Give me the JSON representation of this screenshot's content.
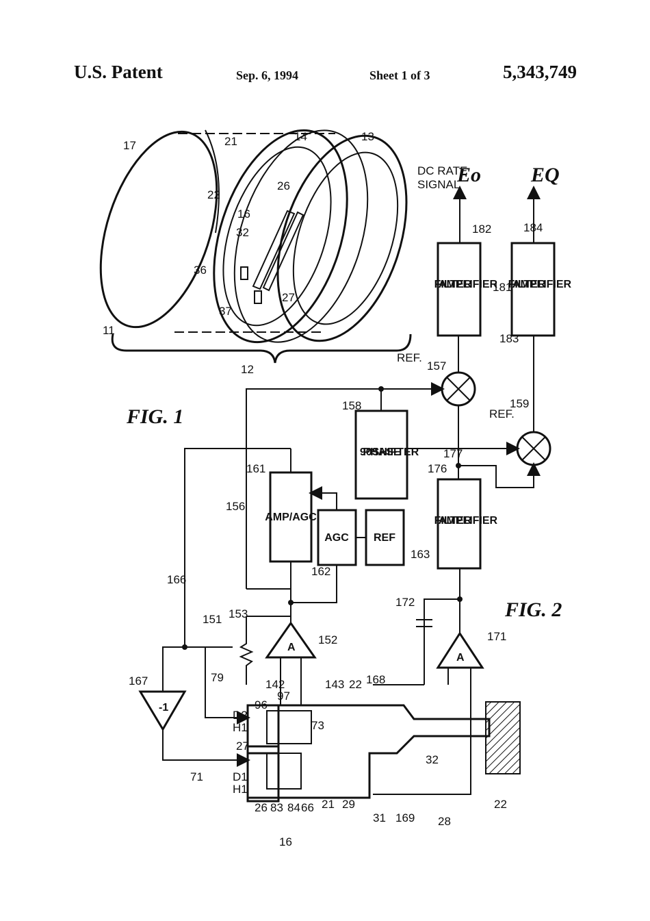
{
  "header": {
    "title": "U.S. Patent",
    "date": "Sep. 6, 1994",
    "sheet": "Sheet 1 of 3",
    "patent_number": "5,343,749"
  },
  "figures": {
    "fig1_label": "FIG. 1",
    "fig2_label": "FIG. 2"
  },
  "fig1_labels": {
    "assembly": "11",
    "housing": "12",
    "ring_13": "13",
    "ring_14": "14",
    "cover": "17",
    "ring_opening": "21",
    "support": "22",
    "tine_26": "26",
    "tine_27": "27",
    "stem": "32",
    "sensor": "16",
    "electrode_36": "36",
    "electrode_37": "37"
  },
  "fig2_blocks": {
    "amp_agc": "AMP/AGC",
    "agc": "AGC",
    "ref": "REF",
    "filter_amp_176": [
      "FILTER",
      "AMPLIFIER"
    ],
    "filter_amp_181": [
      "FILTER",
      "AMPLIFIER"
    ],
    "filter_amp_183": [
      "FILTER",
      "AMPLIFIER"
    ],
    "phase_shifter": [
      "90°",
      "PHASE",
      "SHIFTER"
    ],
    "inverter": "-1",
    "amp_symbol": "A"
  },
  "fig2_labels": {
    "n16": "16",
    "n21": "21",
    "n22a": "22",
    "n22b": "22",
    "n26": "26",
    "n27": "27",
    "n28": "28",
    "n29": "29",
    "n31": "31",
    "n32": "32",
    "n66": "66",
    "n71": "71",
    "n73": "73",
    "n79": "79",
    "n83": "83",
    "n84": "84",
    "n96": "96",
    "n97": "97",
    "n142": "142",
    "n143": "143",
    "n151": "151",
    "n152": "152",
    "n153": "153",
    "n156": "156",
    "n157": "157",
    "n158": "158",
    "n159": "159",
    "n161": "161",
    "n162": "162",
    "n163": "163",
    "n166": "166",
    "n167": "167",
    "n168": "168",
    "n169": "169",
    "n171": "171",
    "n172": "172",
    "n176": "176",
    "n177": "177",
    "n181": "181",
    "n182": "182",
    "n183": "183",
    "n184": "184",
    "d1": "D1",
    "h1a": "H1",
    "d2": "D2",
    "h1b": "H1",
    "ref_a": "REF.",
    "ref_b": "REF.",
    "dc_rate": [
      "DC RATE",
      "SIGNAL"
    ],
    "out_eo": "Eo",
    "out_eq": "EQ"
  }
}
